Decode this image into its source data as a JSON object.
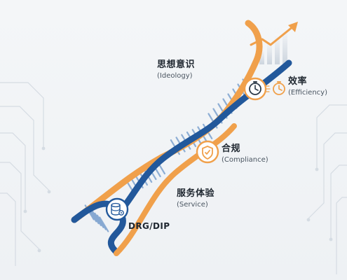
{
  "colors": {
    "blue_strand": "#22589b",
    "orange_strand": "#f0a04b",
    "rung": "#7da2cf",
    "icon_fill": "#ffffff",
    "arrow": "#f0a04b",
    "circuit": "#d5dce3"
  },
  "labels": {
    "ideology": {
      "main": "思想意识",
      "sub": "(Ideology)"
    },
    "efficiency": {
      "main": "效率",
      "sub": "(Efficiency)"
    },
    "compliance": {
      "main": "合规",
      "sub": "(Compliance)"
    },
    "service": {
      "main": "服务体验",
      "sub": "(Service)"
    },
    "drg": {
      "main": "DRG/DIP"
    }
  },
  "icons": {
    "drg": "database-gear-icon",
    "compliance": "shield-check-icon",
    "efficiency_left": "stopwatch-icon",
    "efficiency_right": "stopwatch-icon",
    "growth": "bar-chart-rising-arrow-icon"
  }
}
